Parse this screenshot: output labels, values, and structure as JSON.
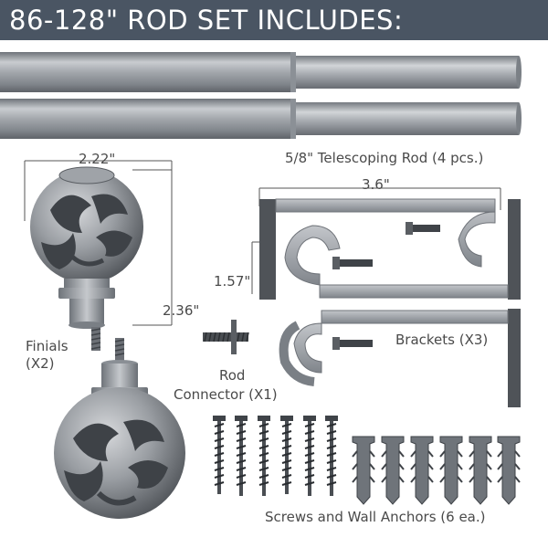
{
  "header": {
    "title": "86-128\" ROD SET INCLUDES:"
  },
  "rods": {
    "label": "5/8\" Telescoping Rod (4 pcs.)"
  },
  "finials": {
    "label_line1": "Finials",
    "label_line2": "(X2)",
    "width_label": "2.22\"",
    "height_label": "2.36\""
  },
  "connector": {
    "label_line1": "Rod",
    "label_line2": "Connector (X1)"
  },
  "brackets": {
    "label": "Brackets (X3)",
    "width_label": "3.6\"",
    "height_label": "1.57\""
  },
  "hardware": {
    "label": "Screws and Wall Anchors (6 ea.)"
  },
  "colors": {
    "header_bg": "#4a5563",
    "metal": "#9da2a8",
    "text": "#4a4a4a"
  }
}
